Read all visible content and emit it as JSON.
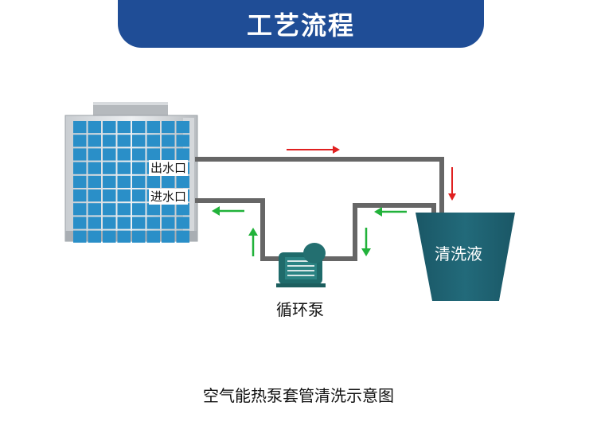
{
  "header": {
    "title": "工艺流程"
  },
  "diagram": {
    "outlet_label": "出水口",
    "inlet_label": "进水口",
    "pump_label": "循环泵",
    "tank_label": "清洗液",
    "caption": "空气能热泵套管清洗示意图"
  },
  "colors": {
    "banner": "#1f4d96",
    "pipe": "#666666",
    "tank": "#1f5d6e",
    "pump": "#1f6b6b",
    "flow_out_arrow": "#e02020",
    "flow_return_arrow": "#21b23a",
    "unit_panel": "#2a8fc8"
  },
  "icons": {
    "heat_pump": "heat-pump-unit-icon",
    "pump": "circulation-pump-icon",
    "tank": "cleaning-tank-icon"
  }
}
